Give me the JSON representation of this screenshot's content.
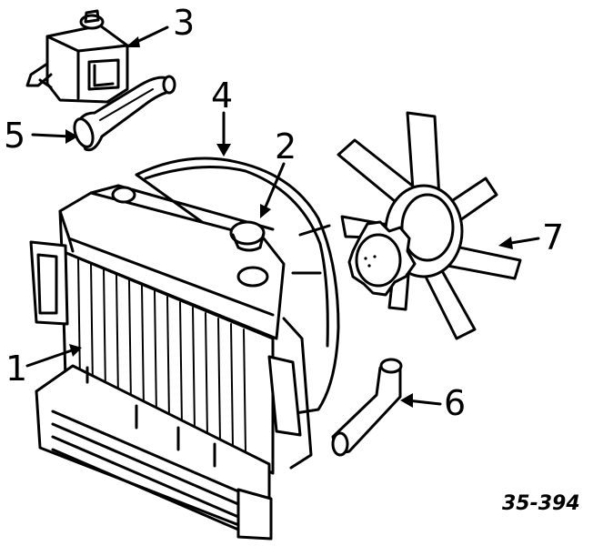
{
  "callouts": {
    "c1": "1",
    "c2": "2",
    "c3": "3",
    "c4": "4",
    "c5": "5",
    "c6": "6",
    "c7": "7"
  },
  "reference": "35-394"
}
